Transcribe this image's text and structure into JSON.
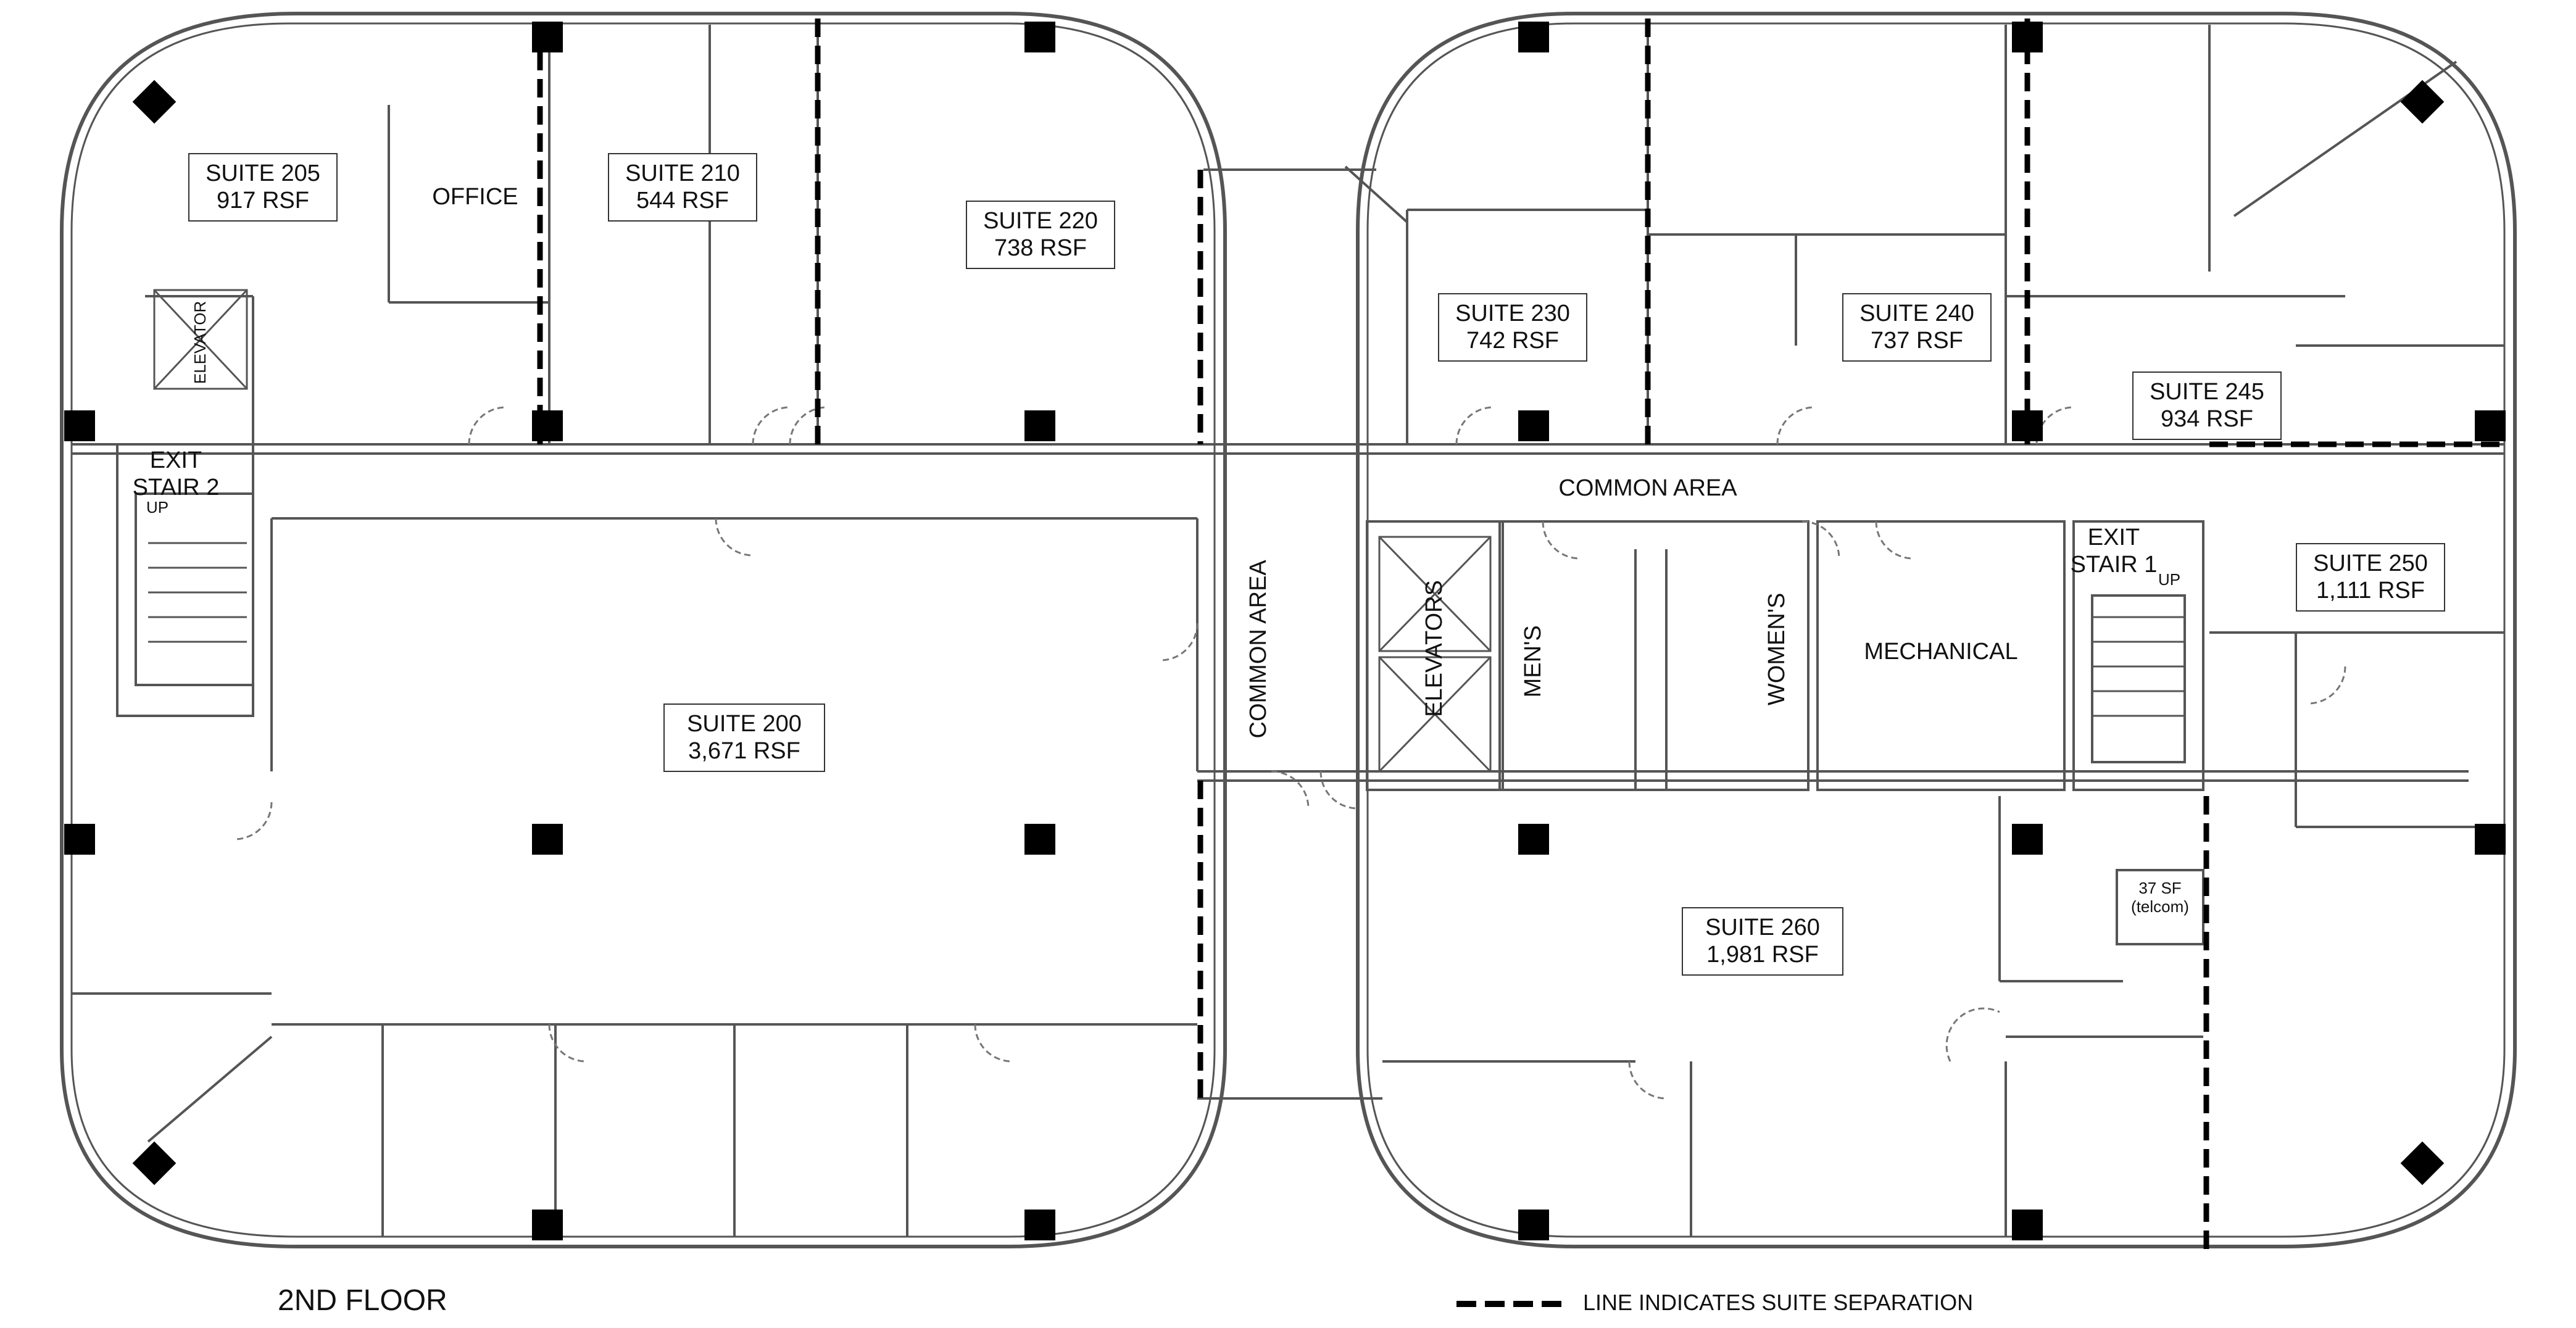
{
  "floor_title": "2ND FLOOR",
  "legend_text": "LINE INDICATES SUITE SEPARATION",
  "colors": {
    "wall": "#555555",
    "column": "#000000",
    "separation": "#000000",
    "background": "#ffffff"
  },
  "suites": [
    {
      "id": "205",
      "name": "SUITE 205",
      "area": "917 RSF"
    },
    {
      "id": "210",
      "name": "SUITE 210",
      "area": "544 RSF"
    },
    {
      "id": "220",
      "name": "SUITE 220",
      "area": "738 RSF"
    },
    {
      "id": "230",
      "name": "SUITE 230",
      "area": "742 RSF"
    },
    {
      "id": "240",
      "name": "SUITE 240",
      "area": "737 RSF"
    },
    {
      "id": "245",
      "name": "SUITE 245",
      "area": "934 RSF"
    },
    {
      "id": "250",
      "name": "SUITE 250",
      "area": "1,111 RSF"
    },
    {
      "id": "200",
      "name": "SUITE 200",
      "area": "3,671 RSF"
    },
    {
      "id": "260",
      "name": "SUITE 260",
      "area": "1,981 RSF"
    }
  ],
  "rooms": {
    "office": "OFFICE",
    "elevator": "ELEVATOR",
    "elevators": "ELEVATORS",
    "mens": "MEN'S",
    "womens": "WOMEN'S",
    "mechanical": "MECHANICAL",
    "common_area_top": "COMMON AREA",
    "common_area_vertical": "COMMON AREA",
    "exit_stair_2": "EXIT STAIR 2",
    "exit_stair_1": "EXIT STAIR 1",
    "up_2": "UP",
    "up_1": "UP",
    "telcom_area": "37 SF",
    "telcom_label": "(telcom)"
  }
}
